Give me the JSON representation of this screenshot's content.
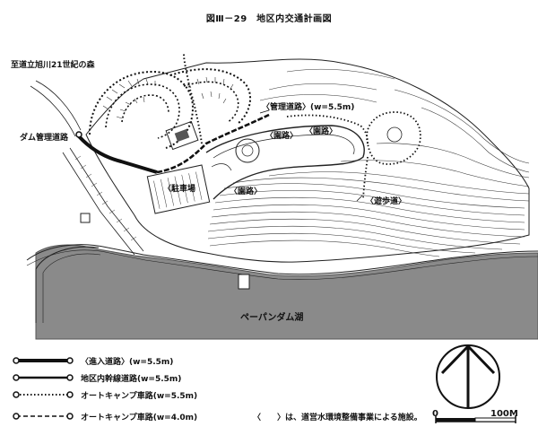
{
  "figure": {
    "title": "図Ⅲ－29　地区内交通計画図"
  },
  "labels": {
    "forest": "至道立旭川21世紀の森",
    "dam_road": "ダム管理道路",
    "mgmt_road": "〈管理道路〉(w=5.5m)",
    "garden_path_1": "〈園路〉",
    "garden_path_2": "〈園路〉",
    "garden_path_3": "〈園路〉",
    "parking": "〈駐車場",
    "walkway": "〈遊歩道〉",
    "lake": "ペーパンダム湖"
  },
  "legend": [
    {
      "line": "thick",
      "text": "〈進入道路〉(w=5.5m)"
    },
    {
      "line": "medium",
      "text": "地区内幹線道路(w=5.5m)"
    },
    {
      "line": "dotted",
      "text": "オートキャンプ車路(w=5.5m)"
    },
    {
      "line": "dashed",
      "text": "オートキャンプ車路(w=4.0m)"
    }
  ],
  "note": "〈　　〉は、道営水環境整備事業による施設。",
  "scale": {
    "min": "0",
    "max": "100M"
  },
  "colors": {
    "ink": "#111111",
    "water": "#8a8a8a",
    "water_edge": "#555555",
    "paper": "#ffffff"
  }
}
